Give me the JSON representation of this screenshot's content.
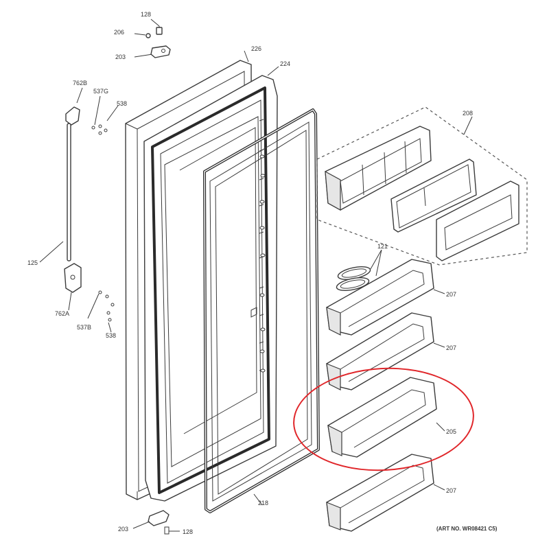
{
  "diagram": {
    "callouts": {
      "c128_top": "128",
      "c206": "206",
      "c203_top": "203",
      "c226": "226",
      "c224": "224",
      "c762b": "762B",
      "c537g": "537G",
      "c538_top": "538",
      "c208": "208",
      "c121": "121",
      "c207_a": "207",
      "c207_b": "207",
      "c205": "205",
      "c207_c": "207",
      "c125": "125",
      "c762a": "762A",
      "c537b": "537B",
      "c538_bot": "538",
      "c218": "218",
      "c203_bot": "203",
      "c128_bot": "128"
    },
    "art_number": "(ART NO. WR08421 C5)",
    "highlight_color": "#e0262a"
  }
}
